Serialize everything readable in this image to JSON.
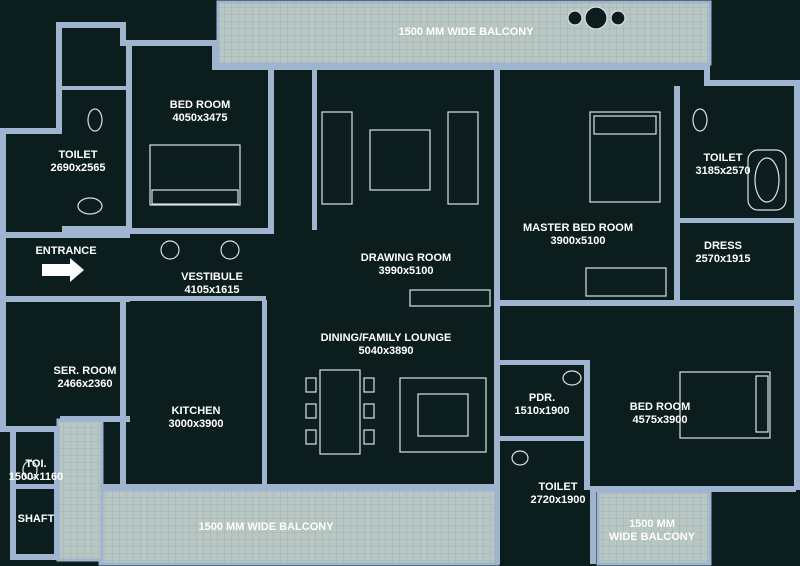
{
  "plan": {
    "rooms": [
      {
        "id": "balcony-top",
        "name": "1500 MM WIDE BALCONY",
        "size": ""
      },
      {
        "id": "bed-room-1",
        "name": "BED ROOM",
        "size": "4050x3475"
      },
      {
        "id": "toilet-1",
        "name": "TOILET",
        "size": "2690x\n2565"
      },
      {
        "id": "entrance",
        "name": "ENTRANCE",
        "size": ""
      },
      {
        "id": "vestibule",
        "name": "VESTIBULE",
        "size": "4105x1615"
      },
      {
        "id": "drawing-room",
        "name": "DRAWING ROOM",
        "size": "3990x5100"
      },
      {
        "id": "master-bed-room",
        "name": "MASTER BED ROOM",
        "size": "3900x5100"
      },
      {
        "id": "toilet-2",
        "name": "TOILET",
        "size": "3185x\n2570"
      },
      {
        "id": "dress",
        "name": "DRESS",
        "size": "2570x1915"
      },
      {
        "id": "dining-family-lounge",
        "name": "DINING/FAMILY LOUNGE",
        "size": "5040x3890"
      },
      {
        "id": "ser-room",
        "name": "SER. ROOM",
        "size": "2466x2360"
      },
      {
        "id": "kitchen",
        "name": "KITCHEN",
        "size": "3000x3900"
      },
      {
        "id": "pdr",
        "name": "PDR.",
        "size": "1510x1900"
      },
      {
        "id": "bed-room-2",
        "name": "BED ROOM",
        "size": "4575x3900"
      },
      {
        "id": "toi",
        "name": "TOI.",
        "size": "1500x\n1160"
      },
      {
        "id": "shaft",
        "name": "SHAFT",
        "size": ""
      },
      {
        "id": "balcony-bottom",
        "name": "1500 MM WIDE BALCONY",
        "size": ""
      },
      {
        "id": "toilet-3",
        "name": "TOILET",
        "size": "2720x\n1900"
      },
      {
        "id": "balcony-small",
        "name": "1500 MM\nWIDE BALCONY",
        "size": ""
      }
    ],
    "colors": {
      "background": "#0b1e1d",
      "walls": "#9fb4cf",
      "balcony": "#b8c7c4",
      "text": "#ffffff"
    },
    "icons": [
      "entrance-arrow-icon",
      "bed-icon",
      "sofa-icon",
      "dining-table-icon",
      "wc-icon",
      "washbasin-icon",
      "bathtub-icon",
      "plant-pot-icon"
    ]
  }
}
